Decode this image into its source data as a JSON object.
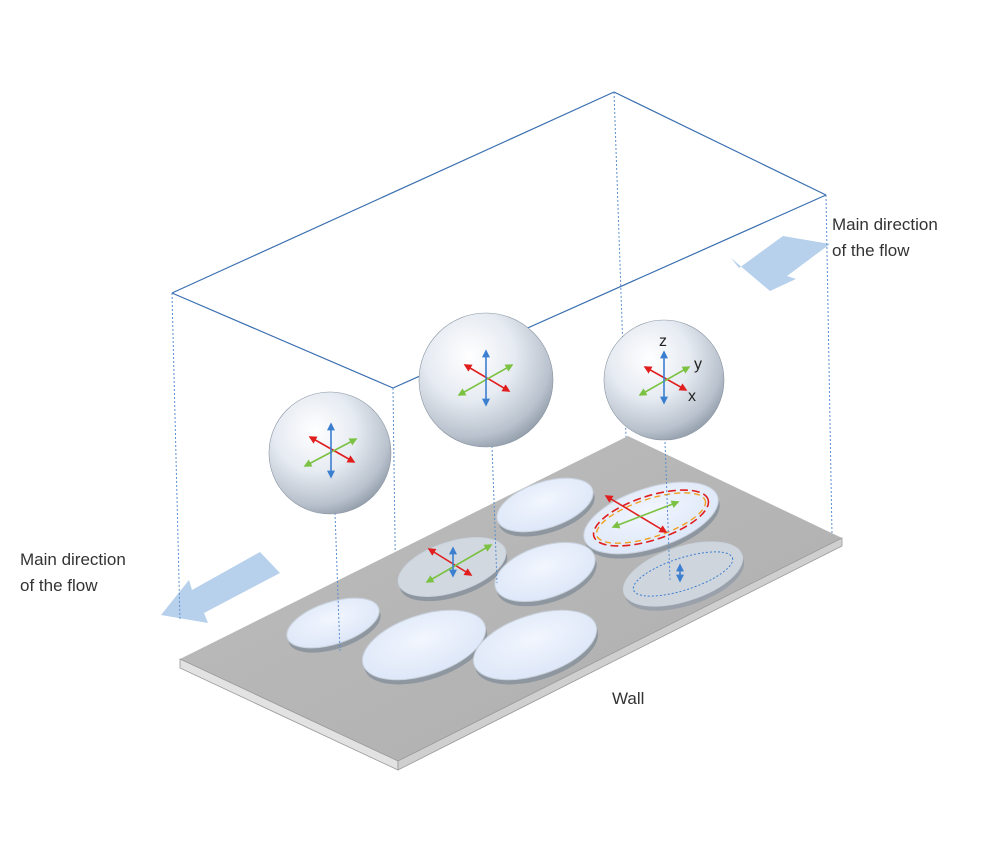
{
  "labels": {
    "flow_right_line1": "Main direction",
    "flow_right_line2": "of the flow",
    "flow_left_line1": "Main direction",
    "flow_left_line2": "of the flow",
    "wall": "Wall"
  },
  "axes": {
    "z": "z",
    "y": "y",
    "x": "x"
  },
  "colors": {
    "box_edge": "#3a6fb0",
    "dotted_line": "#5b8fd0",
    "flow_arrow": "#b7d0ec",
    "wall_top": "#b8b8b8",
    "wall_edge": "#e4e4e4",
    "arrow_red": "#e01e1e",
    "arrow_green": "#7cc242",
    "arrow_blue": "#3b7fd0",
    "dashed_orange": "#f0a020"
  }
}
